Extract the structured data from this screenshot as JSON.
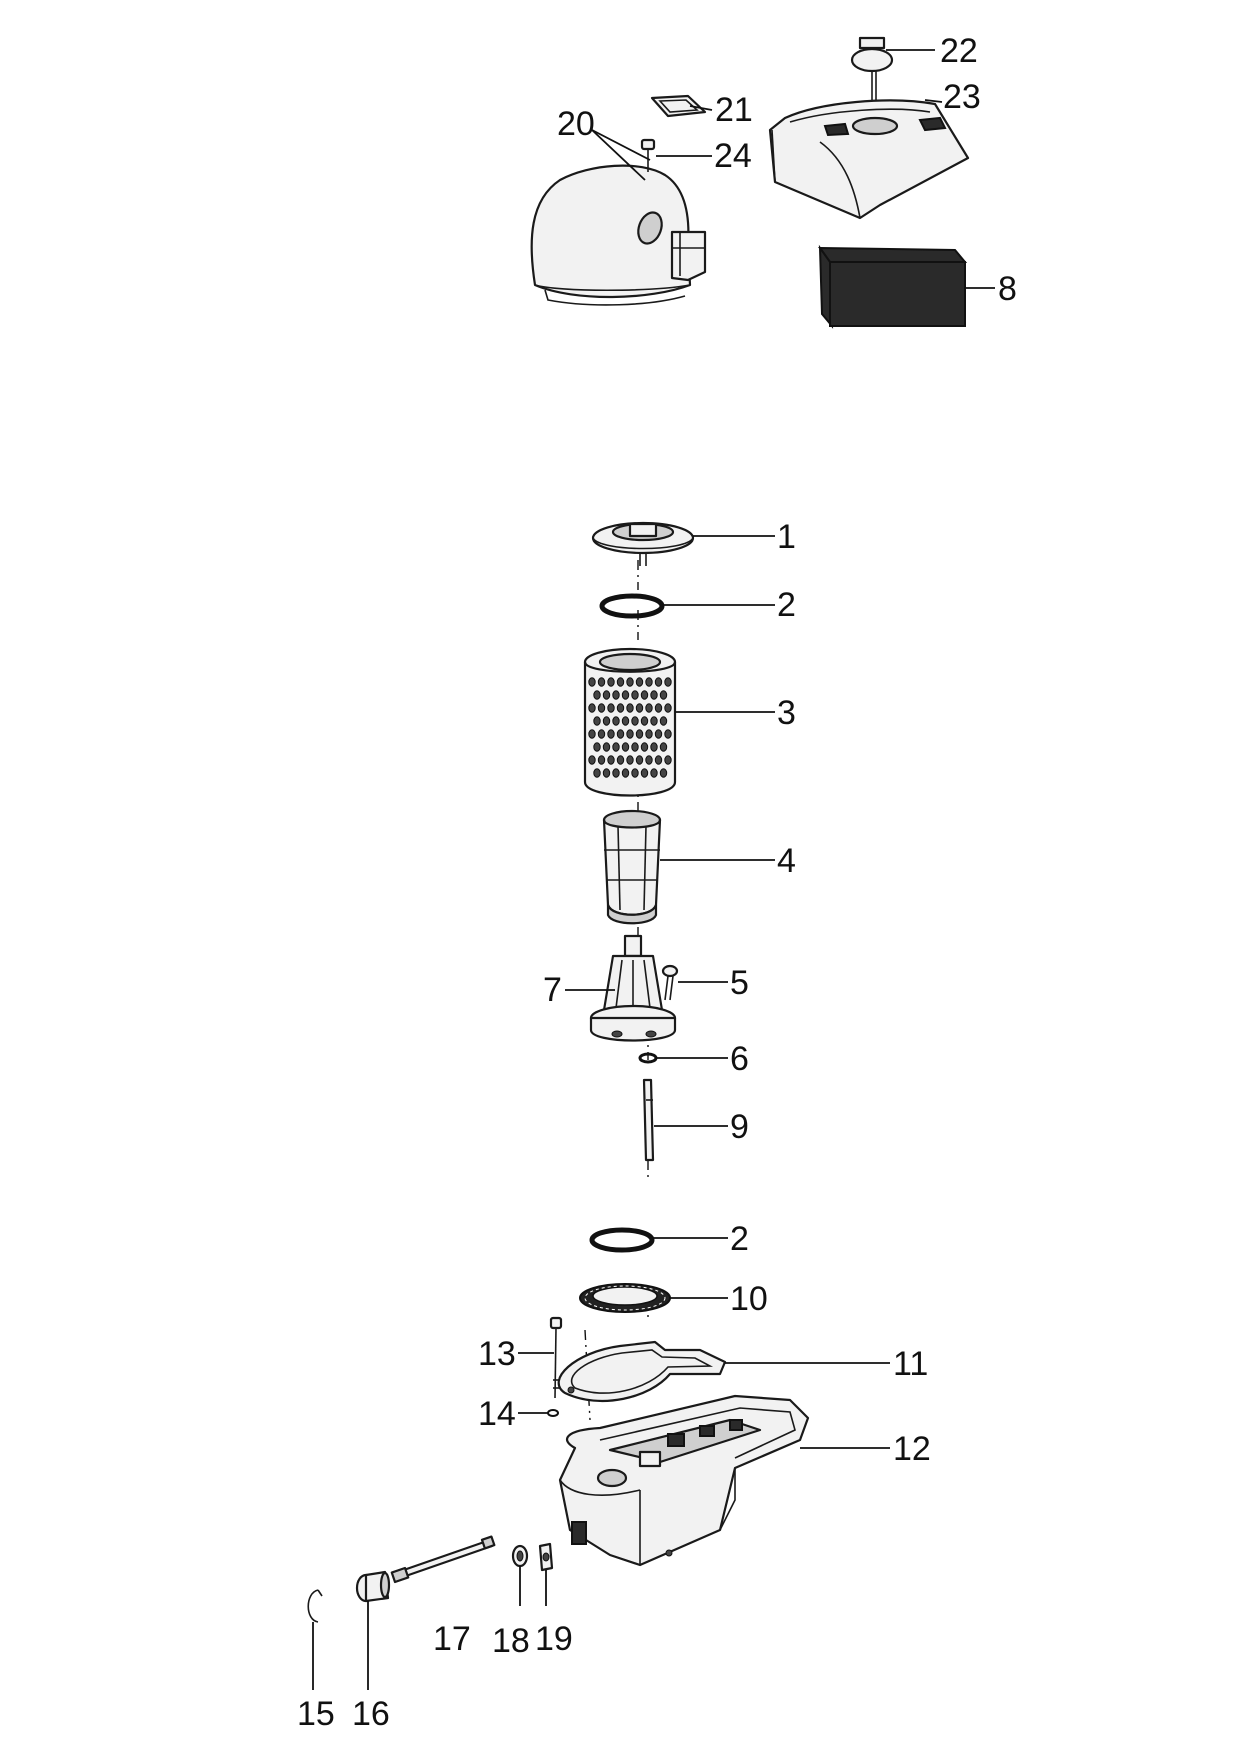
{
  "callouts": [
    {
      "id": "22",
      "text": "22"
    },
    {
      "id": "21",
      "text": "21"
    },
    {
      "id": "23",
      "text": "23"
    },
    {
      "id": "20",
      "text": "20"
    },
    {
      "id": "24",
      "text": "24"
    },
    {
      "id": "8",
      "text": "8"
    },
    {
      "id": "1",
      "text": "1"
    },
    {
      "id": "2a",
      "text": "2"
    },
    {
      "id": "3",
      "text": "3"
    },
    {
      "id": "4",
      "text": "4"
    },
    {
      "id": "7",
      "text": "7"
    },
    {
      "id": "5",
      "text": "5"
    },
    {
      "id": "6",
      "text": "6"
    },
    {
      "id": "9",
      "text": "9"
    },
    {
      "id": "2b",
      "text": "2"
    },
    {
      "id": "10",
      "text": "10"
    },
    {
      "id": "13",
      "text": "13"
    },
    {
      "id": "11",
      "text": "11"
    },
    {
      "id": "14",
      "text": "14"
    },
    {
      "id": "12",
      "text": "12"
    },
    {
      "id": "17",
      "text": "17"
    },
    {
      "id": "18",
      "text": "18"
    },
    {
      "id": "19",
      "text": "19"
    },
    {
      "id": "15",
      "text": "15"
    },
    {
      "id": "16",
      "text": "16"
    }
  ]
}
